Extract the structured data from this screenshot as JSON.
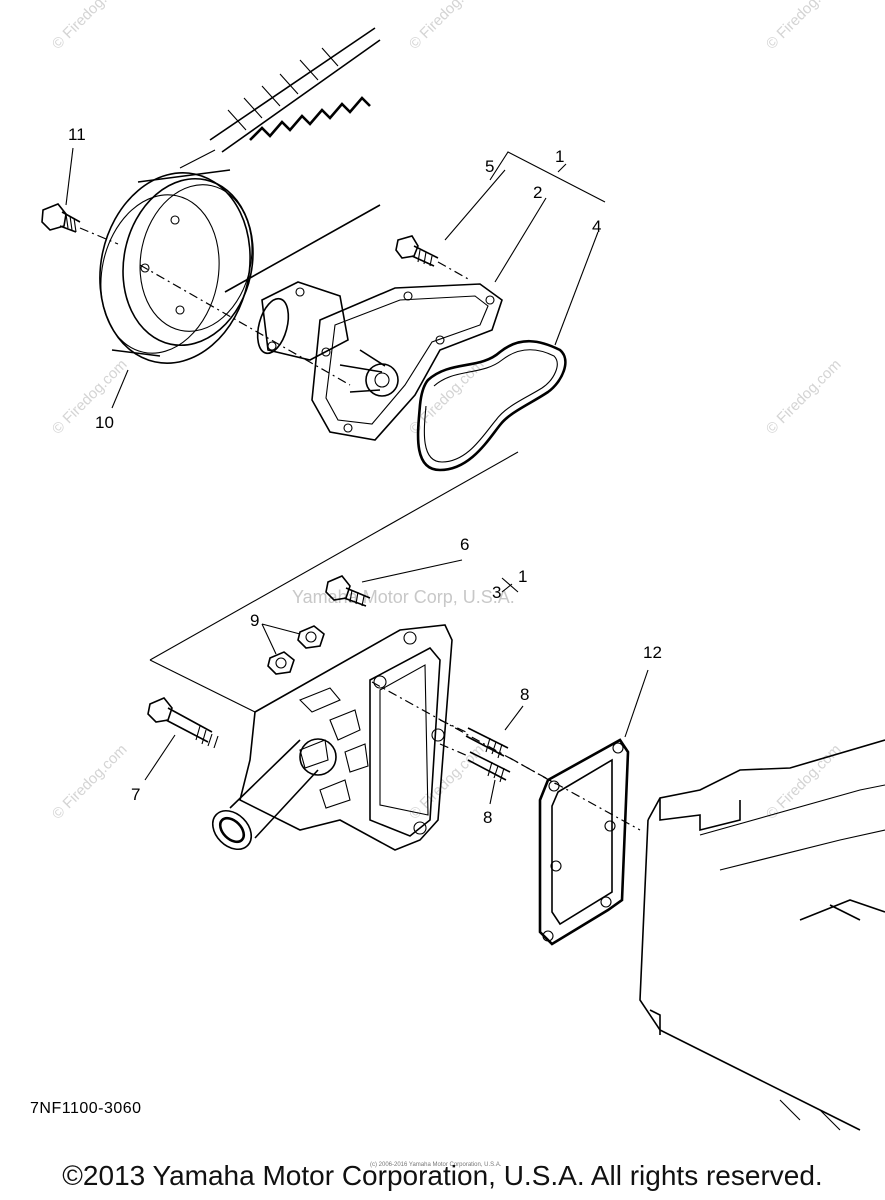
{
  "diagram": {
    "callouts": {
      "c1a": "1",
      "c2": "2",
      "c4": "4",
      "c5": "5",
      "c10": "10",
      "c11": "11",
      "c6": "6",
      "c3": "3",
      "c1b": "1",
      "c9": "9",
      "c7": "7",
      "c8a": "8",
      "c8b": "8",
      "c12": "12"
    },
    "watermark_text": "© Firedog.com",
    "center_watermark": "Yamaha Motor Corp, U.S.A.",
    "part_number": "7NF1100-3060"
  },
  "footer": {
    "tiny_copyright": "(c) 2006-2016 Yamaha Motor Corporation, U.S.A.",
    "copyright": "©2013 Yamaha Motor Corporation, U.S.A. All rights reserved."
  }
}
